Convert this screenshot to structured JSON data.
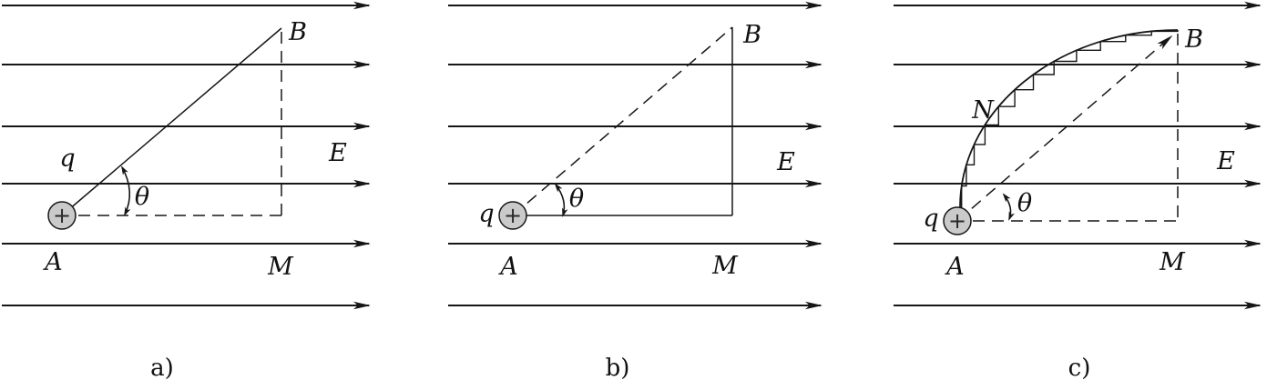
{
  "colors": {
    "ink": "#161616",
    "charge_fill": "#cacaca",
    "background": "#ffffff"
  },
  "charge_sign": "+",
  "panels": [
    {
      "caption": "a)",
      "labels": {
        "charge": "q",
        "angle": "θ",
        "field": "E",
        "start": "A",
        "end": "B",
        "foot": "M"
      }
    },
    {
      "caption": "b)",
      "labels": {
        "charge": "q",
        "angle": "θ",
        "field": "E",
        "start": "A",
        "end": "B",
        "foot": "M"
      }
    },
    {
      "caption": "c)",
      "labels": {
        "charge": "q",
        "angle": "θ",
        "field": "E",
        "start": "A",
        "end": "B",
        "foot": "M",
        "mid": "N"
      }
    }
  ]
}
